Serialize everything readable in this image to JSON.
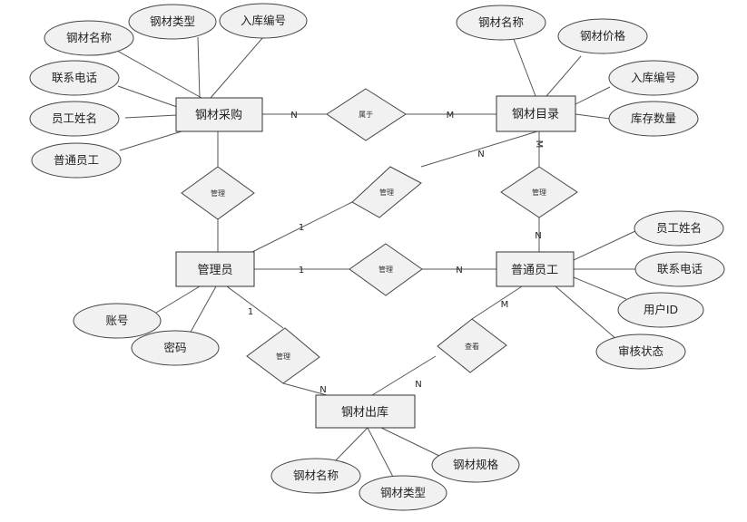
{
  "entities": {
    "purchase": "钢材采购",
    "catalog": "钢材目录",
    "admin": "管理员",
    "staff": "普通员工",
    "outbound": "钢材出库"
  },
  "attributes": {
    "purchase": [
      "钢材名称",
      "钢材类型",
      "入库编号",
      "联系电话",
      "员工姓名",
      "普通员工"
    ],
    "catalog": [
      "钢材名称",
      "钢材价格",
      "入库编号",
      "库存数量"
    ],
    "staff": [
      "员工姓名",
      "联系电话",
      "用户ID",
      "审核状态"
    ],
    "admin": [
      "账号",
      "密码"
    ],
    "outbound": [
      "钢材名称",
      "钢材类型",
      "钢材规格"
    ]
  },
  "relationships": {
    "belongs": "属于",
    "manage_purchase": "管理",
    "manage_catalog": "管理",
    "manage_staff": "管理",
    "manage_outbound": "管理",
    "view": "查看"
  },
  "cardinalities": {
    "purchase_belongs": "N",
    "belongs_catalog": "M",
    "catalog_manage": "M",
    "manage_staff_side": "N",
    "admin_manage_catalog": "1",
    "catalog_from_admin": "N",
    "admin_manage_staff": "1",
    "staff_from_admin": "N",
    "admin_manage_outbound": "1",
    "outbound_from_admin": "N",
    "staff_view": "M",
    "outbound_from_view": "N"
  }
}
